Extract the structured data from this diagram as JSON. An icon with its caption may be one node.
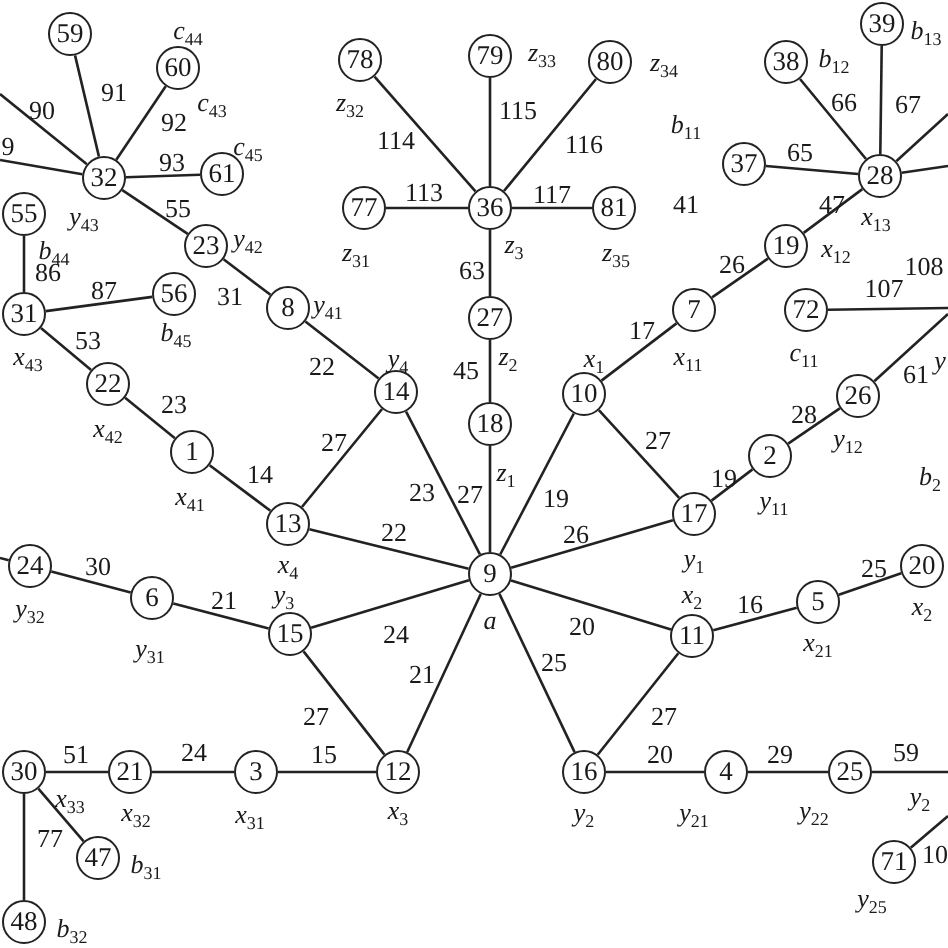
{
  "diagram": {
    "nodes": [
      {
        "text": [
          "59"
        ]
      },
      {
        "text": [
          "39"
        ],
        "beside": [
          "b$_{13}$"
        ]
      },
      {
        "text": [
          "79"
        ],
        "beside": [
          "z$_{33}$"
        ]
      },
      {
        "text": [
          "78"
        ],
        "beside": [
          "z$_{32}$"
        ]
      },
      {
        "text": [
          "80"
        ],
        "beside": [
          "z$_{34}$"
        ]
      },
      {
        "text": [
          "38"
        ],
        "beside": [
          "b$_{12}$"
        ]
      },
      {
        "text": [
          "60"
        ],
        "beside": [
          "c$_{44}$"
        ]
      },
      {
        "text": [
          "37"
        ]
      },
      {
        "text": [
          "61"
        ],
        "beside": [
          "c$_{45}$"
        ]
      },
      {
        "text": [
          "28"
        ],
        "beside": [
          "x$_{13}$"
        ]
      },
      {
        "text": [
          "32"
        ],
        "beside": [
          "y$_{43}$"
        ]
      },
      {
        "text": [
          "77"
        ],
        "beside": [
          "z$_{31}$"
        ]
      },
      {
        "text": [
          "36"
        ],
        "beside": [
          "z$_{3}$"
        ]
      },
      {
        "text": [
          "81"
        ],
        "beside": [
          "z$_{35}$"
        ]
      },
      {
        "text": [
          "55"
        ],
        "beside": [
          "b$_{44}$"
        ]
      },
      {
        "text": [
          "23"
        ],
        "beside": [
          "y$_{42}$"
        ]
      },
      {
        "text": [
          "19"
        ],
        "beside": [
          "x$_{12}$"
        ]
      },
      {
        "text": [
          "56"
        ],
        "beside": [
          "b$_{45}$"
        ]
      },
      {
        "text": [
          "8"
        ],
        "beside": [
          "y$_{41}$"
        ]
      },
      {
        "text": [
          "7"
        ],
        "beside": [
          "x$_{11}$"
        ]
      },
      {
        "text": [
          "72"
        ],
        "beside": [
          "c$_{11}$"
        ]
      },
      {
        "text": [
          "31"
        ],
        "beside": [
          "x$_{43}$"
        ]
      },
      {
        "text": [
          "27"
        ],
        "beside": [
          "z$_{2}$"
        ]
      },
      {
        "text": [
          "22"
        ],
        "beside": [
          "x$_{42}$"
        ]
      },
      {
        "text": [
          "14"
        ],
        "beside": [
          "y$_{4}$"
        ]
      },
      {
        "text": [
          "10"
        ],
        "beside": [
          "x$_{1}$"
        ]
      },
      {
        "text": [
          "26"
        ],
        "beside": [
          "y$_{12}$"
        ]
      },
      {
        "text": [
          "18"
        ],
        "beside": [
          "z$_{1}$"
        ]
      },
      {
        "text": [
          "1"
        ],
        "beside": [
          "x$_{41}$"
        ]
      },
      {
        "text": [
          "2"
        ],
        "beside": [
          "y$_{11}$"
        ]
      },
      {
        "text": [
          "17"
        ],
        "beside": [
          "y$_{1}$"
        ]
      },
      {
        "text": [
          "13"
        ],
        "beside": [
          "x$_{4}$"
        ]
      },
      {
        "text": [
          "24"
        ],
        "beside": [
          "y$_{32}$"
        ]
      },
      {
        "text": [
          "20"
        ],
        "beside": [
          "x$_{2}$"
        ]
      },
      {
        "text": [
          "9"
        ],
        "beside": [
          "a"
        ]
      },
      {
        "text": [
          "6"
        ],
        "beside": [
          "y$_{31}$"
        ]
      },
      {
        "text": [
          "5"
        ],
        "beside": [
          "x$_{21}$"
        ]
      },
      {
        "text": [
          "15"
        ],
        "beside": [
          "y$_{3}$"
        ]
      },
      {
        "text": [
          "11"
        ],
        "beside": [
          "x$_{2}$"
        ]
      },
      {
        "text": [
          "30"
        ],
        "beside": [
          "x$_{33}$"
        ]
      },
      {
        "text": [
          "21"
        ],
        "beside": [
          "x$_{32}$"
        ]
      },
      {
        "text": [
          "3"
        ],
        "beside": [
          "x$_{31}$"
        ]
      },
      {
        "text": [
          "12"
        ],
        "beside": [
          "x$_{3}$"
        ]
      },
      {
        "text": [
          "16"
        ],
        "beside": [
          "y$_{2}$"
        ]
      },
      {
        "text": [
          "4"
        ],
        "beside": [
          "y$_{21}$"
        ]
      },
      {
        "text": [
          "25"
        ],
        "beside": [
          "y$_{22}$"
        ]
      },
      {
        "text": [
          "47"
        ],
        "beside": [
          "b$_{31}$"
        ]
      },
      {
        "text": [
          "71"
        ],
        "beside": [
          "y$_{25}$"
        ]
      },
      {
        "text": [
          "48"
        ],
        "beside": [
          "b$_{32}$"
        ]
      }
    ],
    "edges": [
      {
        "from": 10,
        "to": 0,
        "arrow": "none",
        "label": "91"
      },
      {
        "from": 10,
        "to": 6,
        "arrow": "none",
        "label": "92"
      },
      {
        "from": 10,
        "to": 8,
        "arrow": "none",
        "label": "93"
      },
      {
        "from": null,
        "to": 10,
        "arrow": "none",
        "label": "90"
      },
      {
        "from": null,
        "to": 10,
        "arrow": "none",
        "label": "9"
      },
      {
        "from": 10,
        "to": 15,
        "arrow": "none",
        "label": "55"
      },
      {
        "from": 15,
        "to": 18,
        "arrow": "none",
        "label": "31"
      },
      {
        "from": 18,
        "to": 24,
        "arrow": "none",
        "label": "22"
      },
      {
        "from": 14,
        "to": 21,
        "arrow": "none",
        "label": "86"
      },
      {
        "from": 21,
        "to": 17,
        "arrow": "none",
        "label": "87"
      },
      {
        "from": 21,
        "to": 23,
        "arrow": "none",
        "label": "53"
      },
      {
        "from": 23,
        "to": 28,
        "arrow": "none",
        "label": "23"
      },
      {
        "from": 28,
        "to": 31,
        "arrow": "none",
        "label": "14"
      },
      {
        "from": 31,
        "to": 24,
        "arrow": "none",
        "label": "27"
      },
      {
        "from": 31,
        "to": 34,
        "arrow": "none",
        "label": "22"
      },
      {
        "from": 24,
        "to": 34,
        "arrow": "none",
        "label": "23"
      },
      {
        "from": 12,
        "to": 3,
        "arrow": "none",
        "label": "114"
      },
      {
        "from": 12,
        "to": 2,
        "arrow": "none",
        "label": "115"
      },
      {
        "from": 12,
        "to": 4,
        "arrow": "none",
        "label": "116"
      },
      {
        "from": 12,
        "to": 11,
        "arrow": "none",
        "label": "113"
      },
      {
        "from": 12,
        "to": 13,
        "arrow": "none",
        "label": "117"
      },
      {
        "from": 12,
        "to": 22,
        "arrow": "none",
        "label": "63"
      },
      {
        "from": 22,
        "to": 27,
        "arrow": "none",
        "label": "45"
      },
      {
        "from": 27,
        "to": 34,
        "arrow": "none",
        "label": "27"
      },
      {
        "from": 34,
        "to": 25,
        "arrow": "none",
        "label": "19"
      },
      {
        "from": 25,
        "to": 19,
        "arrow": "none",
        "label": "17"
      },
      {
        "from": 25,
        "to": 30,
        "arrow": "none",
        "label": "27"
      },
      {
        "from": 34,
        "to": 30,
        "arrow": "none",
        "label": "26"
      },
      {
        "from": 30,
        "to": 29,
        "arrow": "none",
        "label": "19"
      },
      {
        "from": 29,
        "to": 26,
        "arrow": "none",
        "label": "28"
      },
      {
        "from": 26,
        "to": null,
        "arrow": "none",
        "label": "61"
      },
      {
        "from": 20,
        "to": null,
        "arrow": "none",
        "label": "107"
      },
      {
        "from": 9,
        "to": 5,
        "arrow": "none",
        "label": "66"
      },
      {
        "from": 9,
        "to": 1,
        "arrow": "none",
        "label": "67"
      },
      {
        "from": 9,
        "to": 7,
        "arrow": "none",
        "label": "65"
      },
      {
        "from": 9,
        "to": 16,
        "arrow": "none",
        "label": "47"
      },
      {
        "from": 16,
        "to": 19,
        "arrow": "none",
        "label": "26"
      },
      {
        "from": 9,
        "to": null,
        "arrow": "none"
      },
      {
        "from": 9,
        "to": null,
        "arrow": "none"
      },
      {
        "from": 34,
        "to": 38,
        "arrow": "none",
        "label": "20"
      },
      {
        "from": 38,
        "to": 36,
        "arrow": "none",
        "label": "16"
      },
      {
        "from": 36,
        "to": 33,
        "arrow": "none",
        "label": "25"
      },
      {
        "from": 34,
        "to": 37,
        "arrow": "none",
        "label": "24"
      },
      {
        "from": 37,
        "to": 35,
        "arrow": "none",
        "label": "21"
      },
      {
        "from": 35,
        "to": 32,
        "arrow": "none",
        "label": "30"
      },
      {
        "from": 32,
        "to": null,
        "arrow": "none"
      },
      {
        "from": 34,
        "to": 42,
        "arrow": "none",
        "label": "21"
      },
      {
        "from": 42,
        "to": 37,
        "arrow": "none",
        "label": "27"
      },
      {
        "from": 42,
        "to": 41,
        "arrow": "none",
        "label": "15"
      },
      {
        "from": 41,
        "to": 40,
        "arrow": "none",
        "label": "24"
      },
      {
        "from": 40,
        "to": 39,
        "arrow": "none",
        "label": "51"
      },
      {
        "from": 39,
        "to": 46,
        "arrow": "none"
      },
      {
        "from": 39,
        "to": 48,
        "arrow": "none",
        "label": "77"
      },
      {
        "from": 34,
        "to": 43,
        "arrow": "none",
        "label": "25"
      },
      {
        "from": 43,
        "to": 38,
        "arrow": "none",
        "label": "27"
      },
      {
        "from": 43,
        "to": 44,
        "arrow": "none",
        "label": "20"
      },
      {
        "from": 44,
        "to": 45,
        "arrow": "none",
        "label": "29"
      },
      {
        "from": 45,
        "to": null,
        "arrow": "none",
        "label": "59"
      },
      {
        "from": 47,
        "to": null,
        "arrow": "none",
        "label": "10"
      }
    ],
    "labels": [
      "c$_{43}$",
      "b$_{11}$",
      "41",
      "108",
      "y",
      "b$_{2}$",
      "y$_{2}$"
    ]
  }
}
